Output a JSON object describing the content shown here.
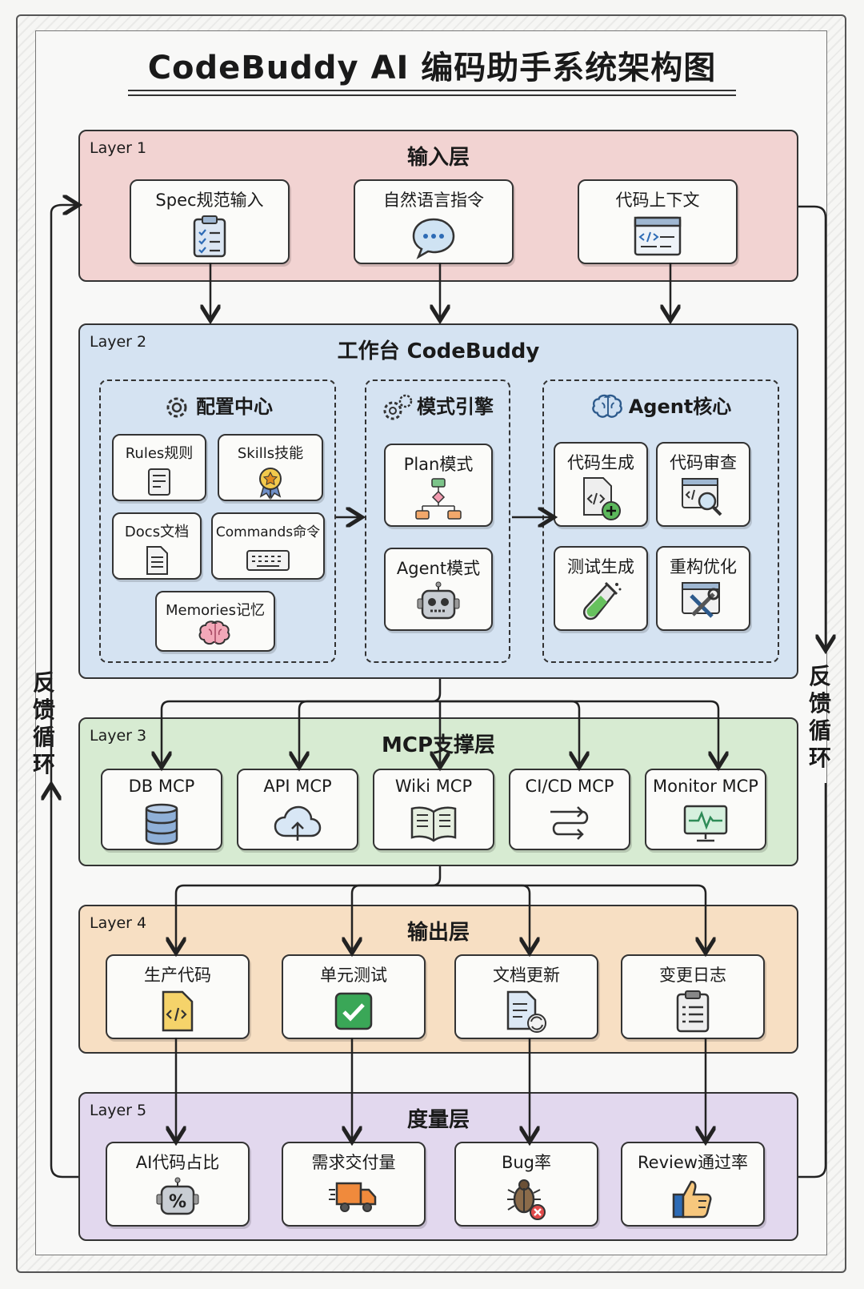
{
  "title": "CodeBuddy AI 编码助手系统架构图",
  "feedback_label": "反馈循环",
  "colors": {
    "layer1": "#f2d3d2",
    "layer2": "#d5e3f2",
    "layer3": "#d7ebd2",
    "layer4": "#f7dfc3",
    "layer5": "#e2d8ee"
  },
  "layer1": {
    "tag": "Layer 1",
    "title": "输入层",
    "items": [
      {
        "label": "Spec规范输入",
        "icon": "clipboard-checklist-icon"
      },
      {
        "label": "自然语言指令",
        "icon": "chat-bubble-icon"
      },
      {
        "label": "代码上下文",
        "icon": "code-window-icon"
      }
    ]
  },
  "layer2": {
    "tag": "Layer 2",
    "title": "工作台 CodeBuddy",
    "config": {
      "title": "配置中心",
      "icon": "gear-icon",
      "items": [
        {
          "label": "Rules规则",
          "icon": "rules-scroll-icon"
        },
        {
          "label": "Skills技能",
          "icon": "badge-award-icon"
        },
        {
          "label": "Docs文档",
          "icon": "document-icon"
        },
        {
          "label": "Commands命令",
          "icon": "keyboard-icon"
        },
        {
          "label": "Memories记忆",
          "icon": "brain-icon"
        }
      ]
    },
    "mode": {
      "title": "模式引擎",
      "icon": "gears-icon",
      "items": [
        {
          "label": "Plan模式",
          "icon": "flowchart-icon"
        },
        {
          "label": "Agent模式",
          "icon": "robot-icon"
        }
      ]
    },
    "agent": {
      "title": "Agent核心",
      "icon": "brain-outline-icon",
      "items": [
        {
          "label": "代码生成",
          "icon": "code-file-plus-icon"
        },
        {
          "label": "代码审查",
          "icon": "code-search-icon"
        },
        {
          "label": "测试生成",
          "icon": "test-tube-icon"
        },
        {
          "label": "重构优化",
          "icon": "tools-icon"
        }
      ]
    }
  },
  "layer3": {
    "tag": "Layer 3",
    "title": "MCP支撑层",
    "items": [
      {
        "label": "DB MCP",
        "icon": "database-icon"
      },
      {
        "label": "API MCP",
        "icon": "cloud-upload-icon"
      },
      {
        "label": "Wiki MCP",
        "icon": "open-book-icon"
      },
      {
        "label": "CI/CD MCP",
        "icon": "pipeline-arrows-icon"
      },
      {
        "label": "Monitor MCP",
        "icon": "monitor-pulse-icon"
      }
    ]
  },
  "layer4": {
    "tag": "Layer 4",
    "title": "输出层",
    "items": [
      {
        "label": "生产代码",
        "icon": "code-file-icon"
      },
      {
        "label": "单元测试",
        "icon": "checkbox-icon"
      },
      {
        "label": "文档更新",
        "icon": "doc-refresh-icon"
      },
      {
        "label": "变更日志",
        "icon": "clipboard-log-icon"
      }
    ]
  },
  "layer5": {
    "tag": "Layer 5",
    "title": "度量层",
    "items": [
      {
        "label": "AI代码占比",
        "icon": "robot-percent-icon"
      },
      {
        "label": "需求交付量",
        "icon": "delivery-truck-icon"
      },
      {
        "label": "Bug率",
        "icon": "bug-icon"
      },
      {
        "label": "Review通过率",
        "icon": "thumbs-up-icon"
      }
    ]
  }
}
